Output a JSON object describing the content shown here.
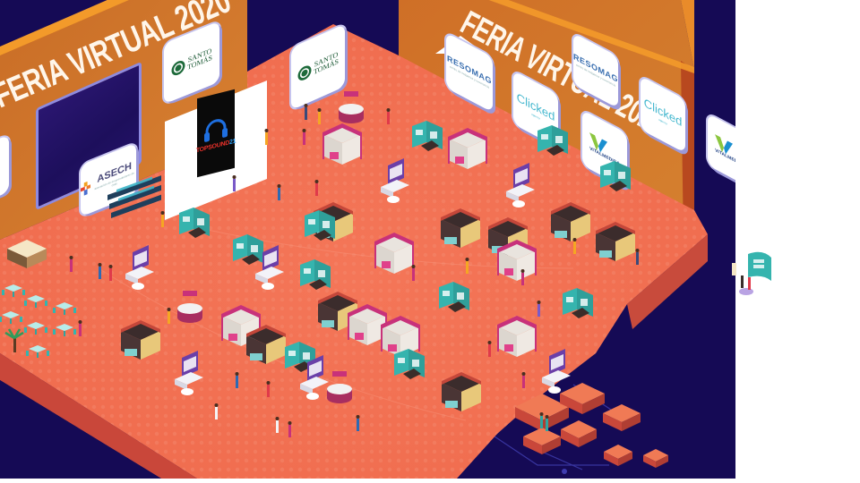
{
  "scene": {
    "title": "Feria Virtual 2020",
    "left_wall_title": "FERIA VIRTUAL 2020",
    "right_wall_title": "FERIA VIRTUAL 2020",
    "colors": {
      "background": "#150a55",
      "wall": "#d27a2c",
      "wall_edge": "#f5941e",
      "floor": "#f26c4f",
      "floor_side": "#c44a3a",
      "logo_border": "#9c99d9",
      "booth_teal": "#35b4ae",
      "booth_magenta": "#c8317a",
      "booth_purple": "#6b3fa8"
    }
  },
  "sponsors": {
    "santo_tomas": {
      "name": "SANTO TOMÁS",
      "line1": "SANTO",
      "line2": "TOMÁS"
    },
    "topsound": {
      "name": "TOPSOUND",
      "label_a": "TOPSOUND",
      "label_b": "21"
    },
    "asech": {
      "name": "ASECH",
      "sub": "asociación de emprendedores de chile"
    },
    "resomag": {
      "name": "RESOMAG",
      "sub": "centro de imágenes y resonancia"
    },
    "clicked": {
      "name": "Clicked",
      "sub": "agency"
    },
    "vitalmedica": {
      "name": "VITALMEDICA",
      "sub": "centro médico"
    }
  },
  "booths": [
    {
      "id": "booth-1",
      "type": "pink"
    },
    {
      "id": "booth-2",
      "type": "teal"
    },
    {
      "id": "booth-3",
      "type": "brown"
    },
    {
      "id": "booth-4",
      "type": "purple"
    }
  ]
}
